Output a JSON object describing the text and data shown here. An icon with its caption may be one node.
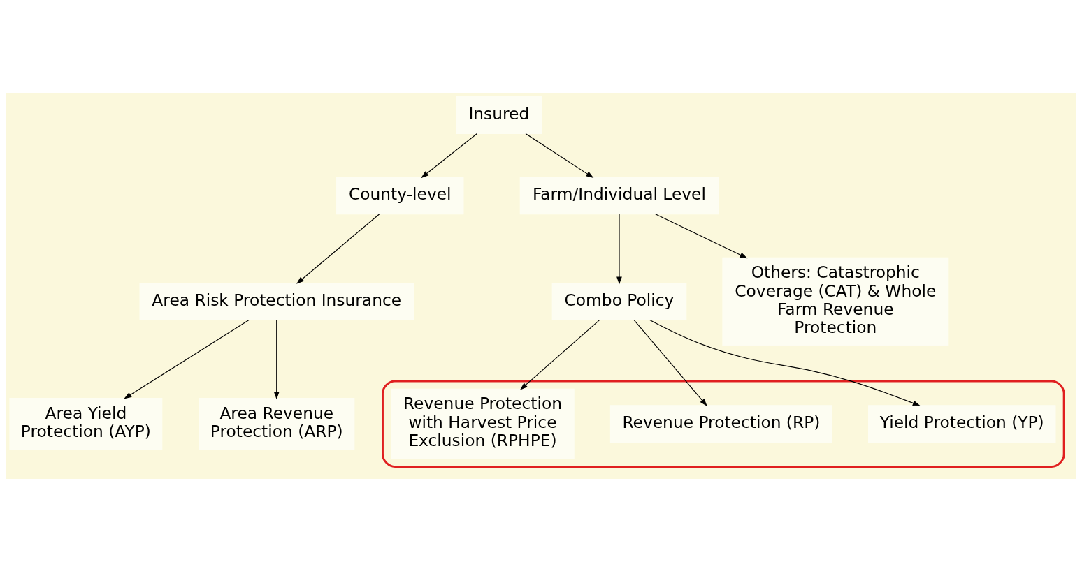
{
  "diagram": {
    "nodes": [
      {
        "text": [
          "Insured"
        ]
      },
      {
        "text": [
          "County-level"
        ]
      },
      {
        "text": [
          "Farm/Individual Level"
        ]
      },
      {
        "text": [
          "Area Risk Protection Insurance"
        ]
      },
      {
        "text": [
          "Combo Policy"
        ]
      },
      {
        "text": [
          "Others: Catastrophic Coverage (CAT) & Whole Farm Revenue Protection"
        ]
      },
      {
        "text": [
          "Area Yield Protection (AYP)"
        ]
      },
      {
        "text": [
          "Area Revenue Protection (ARP)"
        ]
      },
      {
        "text": [],
        "shape": "ellipse"
      },
      {
        "text": [
          "Yield Protection (YP)"
        ],
        "in": 8
      },
      {
        "text": [
          "Revenue Protection (RP)"
        ],
        "in": 8
      },
      {
        "text": [
          "Revenue Protection with Harvest Price Exclusion (RPHPE)"
        ],
        "in": 8
      }
    ],
    "edges": [
      {
        "from": 0,
        "to": 1,
        "arrow": "to"
      },
      {
        "from": 0,
        "to": 2,
        "arrow": "to"
      },
      {
        "from": 1,
        "to": 3,
        "arrow": "to"
      },
      {
        "from": 2,
        "to": 4,
        "arrow": "to"
      },
      {
        "from": 2,
        "to": 5,
        "arrow": "to"
      },
      {
        "from": 3,
        "to": 6,
        "arrow": "to"
      },
      {
        "from": 3,
        "to": 7,
        "arrow": "to"
      },
      {
        "from": 4,
        "to": 9,
        "arrow": "to"
      },
      {
        "from": 4,
        "to": 10,
        "arrow": "to"
      },
      {
        "from": 4,
        "to": 11,
        "arrow": "to"
      }
    ]
  }
}
